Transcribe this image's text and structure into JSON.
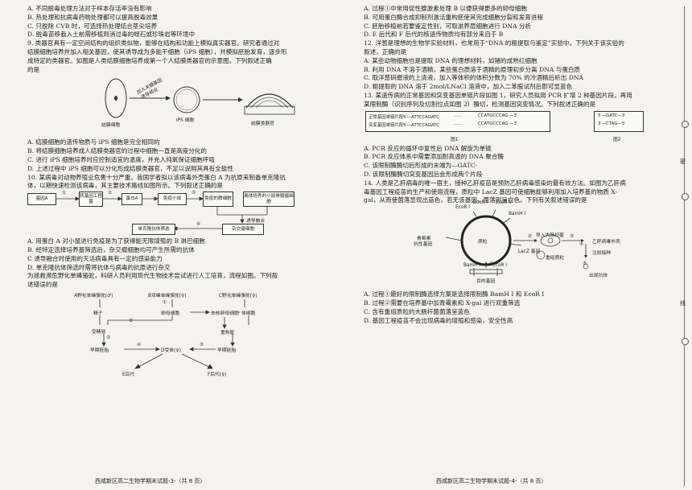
{
  "left": {
    "q8_tail": [
      "A. 不同脱毒处理方法对于样本存活率没有影响",
      "B. 热处理和抗病毒药物处理都可以提高脱毒效果",
      "C. 只脱除 CVB 时，可选择热处理结合茎尖培养",
      "D. 脱毒苗移栽入土前需移植到消过毒的蛭石或珍珠岩等环境中"
    ],
    "q9_lines": [
      "9. 类器官具有一定空间结构的组织类似物，能够在结构和功能上模拟真实器官。研究者通过对",
      "结膜细胞培养并加入相关基因，使其诱导成为多能干细胞（iPS 细胞），并模拟胚胎发育，逐步形",
      "成特定的类器官。如图是人类结膜细胞培养成第一个人结膜类器官的示意图。下列叙述正确",
      "的是"
    ],
    "q9_fig": {
      "cell1": "结膜细胞",
      "arrow1": "加入关键基因",
      "arrow1b": "诱导转化",
      "cell2": "iPS 细胞",
      "organoid": "结膜类器官"
    },
    "q9_options": [
      "A. 结膜细胞的遗传物质与 iPS 细胞是完全相同的",
      "B. 将结膜细胞培养成人结膜类器官的过程中细胞一直是高度分化的",
      "C. 进行 iPS 细胞培养时应控制适宜的温度，并充入纯氧保证细胞呼吸",
      "D. 上述过程中 iPS 细胞可以分化形成结膜类器官，不足以说明其具有全能性"
    ],
    "q10_lines": [
      "10. 某病毒对动物养殖业危害十分严重。我国学者拟以该病毒外壳蛋白 A 为抗原来制备单克隆抗",
      "体，以期快速检测该病毒，其主要技术路线如图所示。下列叙述正确的是"
    ],
    "q10_fig": {
      "b1": "基因A",
      "b2": "转基因工程菌",
      "b3": "蛋白A",
      "b4": "免疫小鼠",
      "b5": "免疫的脾细胞",
      "b6": "离体培养的小鼠骨髓瘤细胞",
      "b7": "诱导融合",
      "b8": "杂交瘤细胞",
      "b9": "单克隆抗体筛选",
      "n1": "①",
      "n2": "②",
      "n3": "③",
      "n4": "④"
    },
    "q10_options": [
      "A. 用蛋白 A 对小鼠进行免疫是为了获得能无限增殖的 B 淋巴细胞",
      "B. 经特定选择培养基筛选后，杂交瘤细胞均可产生所需的抗体",
      "C  诱导融合时使用的灭活病毒具有一定的感染能力",
      "D. 单克隆抗体筛选时需将抗体与病毒的抗原进行杂交"
    ],
    "q11_lines": [
      "为拯救濒危野化单峰骆驼，科研人员利用现代生物技术尝试进行人工培育，流程如图。下列叙",
      "述错误的是"
    ],
    "q11_fig": {
      "a": "A野化单峰骆驼(♂)",
      "b": "B双峰单峰骆驼(♀)",
      "c": "C野化单峰骆驼(♀)",
      "sperm": "精子",
      "egg": "卵母细胞",
      "denuc": "去核卵母细胞",
      "soma": "体细胞",
      "fert": "受精卵",
      "recon": "重构胚",
      "early1": "早期胚胎",
      "early2": "早期胚胎",
      "recip": "D受体(♀)",
      "e": "E后代",
      "f": "F后代(♀)",
      "n1": "①",
      "n2": "②",
      "n3": "③",
      "n4": "④",
      "n5": "⑤"
    },
    "footer": "西咸新区高二生物学期末试题-3-（共 8 页）"
  },
  "right": {
    "q11_options": [
      "A. 过程①中常用促性腺激素处理 B 以便获得更多的卵母细胞",
      "B. 可用蛋白酶合成抑制剂激活重构胚使其完成细胞分裂和发育进程",
      "C. 胚胎移植前若要鉴定性别，可取滋养层细胞进行 DNA 分析",
      "D. E 后代和 F 后代的核遗传物质均有部分来自于 B"
    ],
    "q12_lines": [
      "12. 洋葱是理想的生物学实验材料，也常用于“DNA 的粗提取与鉴定”实验中。下列关于该实验的",
      "叙述，正确的是"
    ],
    "q12_options": [
      "A. 某些动物细胞也是提取 DNA 的理想材料，如猪的成熟红细胞",
      "B. 利用 DNA 不溶于酒精，某些蛋白质溶于酒精的原理初步分离 DNA 与蛋白质",
      "C. 取洋葱研磨液的上清液，加入等体积的体积分数为 70% 的冷酒精后析出 DNA",
      "D. 粗提取的 DNA 溶于 2mol/LNaCl 溶液中，加入二苯胺试剂后即可显蓝色"
    ],
    "q13_lines": [
      "13. 某遗传病的正常基因和突变基因单链片段如图 1，研究人员拟用 PCR 扩增 2 种基因片段，再用",
      "某限制酶（识别序列及切割位点如图 2）酶切，检测基因突变情况。下列叙述正确的是"
    ],
    "q13_fig1": {
      "row1_label": "正常基因单链片段5′—ATTCCAGATC",
      "row1_end": "CCATGCCCAG —3′",
      "row2_label": "突变基因单链片段5′—ATTCCAGATC",
      "row2_end": "CCATGCCCAG —3′",
      "dots": "......",
      "cap": "图1"
    },
    "q13_fig2": {
      "top": "5′—GATC—3′",
      "bottom": "3′—CTAG—5′",
      "cap": "图2"
    },
    "q13_options": [
      "A. PCR 反应的循环中复性后 DNA 解旋为单链",
      "B. PCR 反应体系中需要添加耐高温的 DNA 聚合酶",
      "C. 该限制酶酶切后形成的末端为—GATC-",
      "D. 该限制酶酶切突变基因后会形成两个片段"
    ],
    "q14_lines": [
      "14. 人类是乙肝病毒的唯一宿主，接种乙肝疫苗是预防乙肝病毒感染的最有效方法。如图为乙肝病",
      "毒基因工程疫苗的生产和使用流程，质粒中 LacZ 基因可使细胞能够利用加入培养基的物质 X-",
      "gal，从而使菌落显现出蓝色，若无该基因，菌落则呈白色。下列有关叙述错误的是"
    ],
    "q14_fig": {
      "ecori_t1": "EcoR Ⅰ",
      "ecorv": "EcoR Ⅴ",
      "ecori_t2": "EcoR Ⅰ",
      "bamh_t": "BamH Ⅰ",
      "bamh_b": "BamH Ⅰ",
      "ecori_b": "EcoR Ⅰ",
      "qing": "青霉素",
      "qing2": "抗性基因",
      "lacz": "LacZ 基因",
      "plasmid": "质粒",
      "recomb": "重组质粒",
      "daru": "导入大肠杆菌",
      "target": "目的基因",
      "gan": "乙肝病毒外壳",
      "inject": "注射接种",
      "anti": "出现抗体",
      "n1": "①",
      "n2": "②",
      "n3": "③",
      "n4": "④",
      "n5": "⑤"
    },
    "q14_options": [
      "A. 过程①最好的限制酶选择方案是选择限制酶 BamH Ⅰ 和 EcoR Ⅰ",
      "B. 过程②需要在培养基中加青霉素和 X-gal 进行双重筛选",
      "C. 含有重组质粒的大肠杆菌菌落呈蓝色",
      "D. 基因工程疫苗不会出现病毒的增殖和感染，安全性高"
    ],
    "footer": "西咸新区高二生物学期末试题-4-（共 8 页）"
  },
  "binding": {
    "t1": "密",
    "t2": "线"
  }
}
